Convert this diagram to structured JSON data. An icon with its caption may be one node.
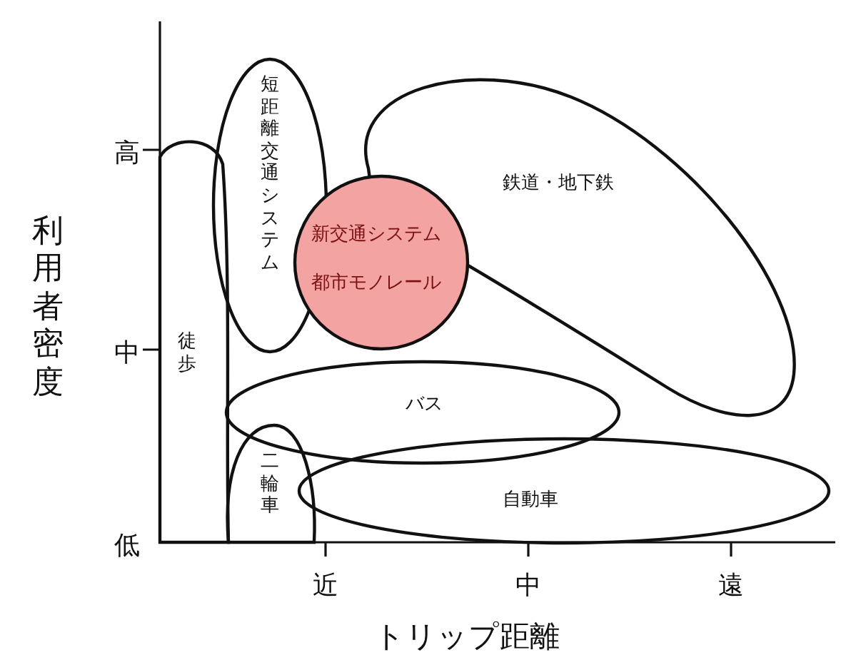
{
  "diagram": {
    "nodes": [
      {
        "text": [
          "短距離交通システム"
        ]
      },
      {
        "text": [
          "鉄道・地下鉄"
        ]
      },
      {
        "text": [
          "新交通システム",
          "都市モノレール"
        ]
      },
      {
        "text": [
          "徒歩"
        ]
      },
      {
        "text": [
          "バス"
        ]
      },
      {
        "text": [
          "二輪車"
        ]
      },
      {
        "text": [
          "自動車"
        ]
      }
    ],
    "edges": [],
    "labels": [
      "利用者密度",
      "高",
      "中",
      "低",
      "近",
      "中",
      "遠",
      "トリップ距離"
    ]
  }
}
